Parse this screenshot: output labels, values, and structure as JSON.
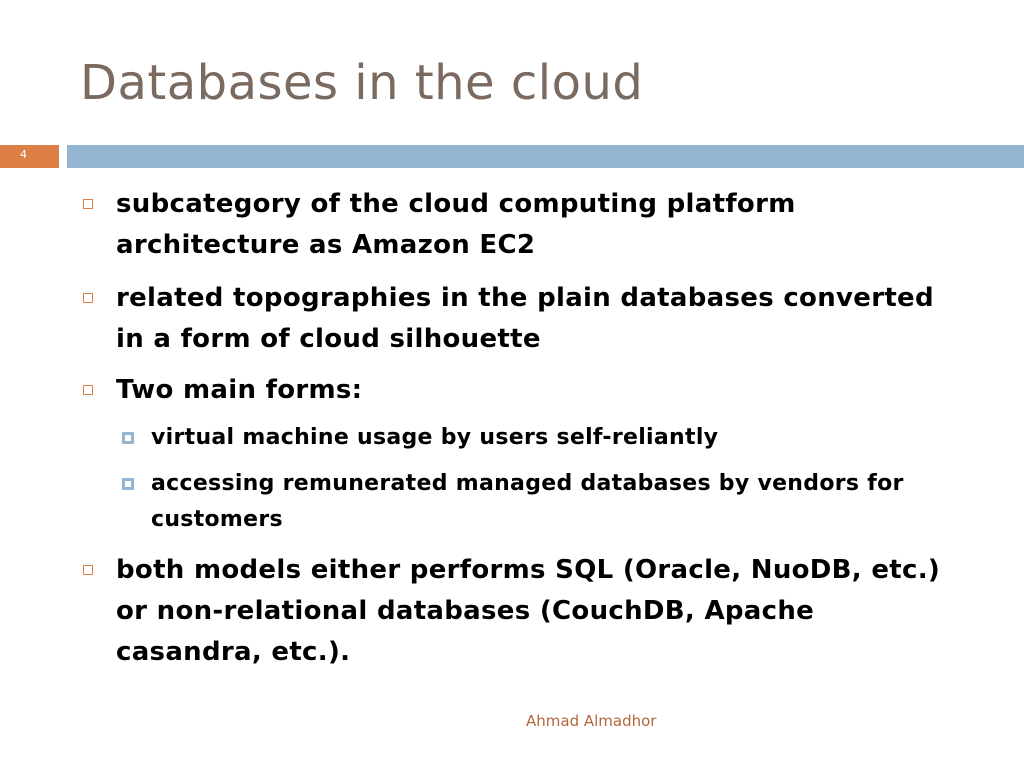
{
  "slide": {
    "title": "Databases in the cloud",
    "number": "4",
    "footer": "Ahmad Almadhor",
    "colors": {
      "accent_orange": "#dd8047",
      "accent_blue": "#94b6d2",
      "title_color": "#7a6a60",
      "footer_color": "#b2683b"
    }
  },
  "bullets": [
    {
      "text": "subcategory of the cloud computing platform architecture as Amazon EC2"
    },
    {
      "text": "related topographies in the plain databases converted in a form of cloud silhouette"
    },
    {
      "text": "Two main forms:"
    },
    {
      "text": "both models either performs SQL (Oracle, NuoDB, etc.) or non-relational databases (CouchDB, Apache casandra, etc.)."
    }
  ],
  "sub_bullets": [
    {
      "text": "virtual machine usage by users self-reliantly"
    },
    {
      "text": "accessing remunerated managed databases by vendors for customers"
    }
  ],
  "icons": {
    "bullet_marker": "hollow-square-icon",
    "sub_bullet_marker": "framed-square-icon"
  }
}
